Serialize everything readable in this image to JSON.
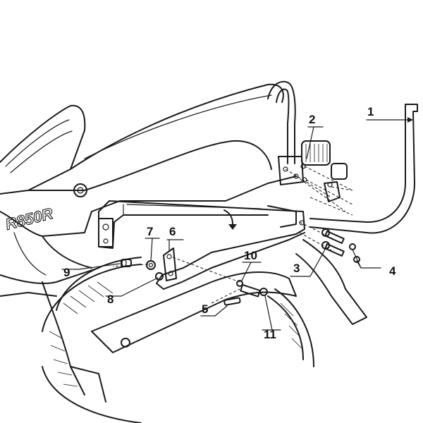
{
  "diagram": {
    "brand_mark": "R850R",
    "callouts": [
      {
        "id": "part-1",
        "label": "1"
      },
      {
        "id": "part-2",
        "label": "2"
      },
      {
        "id": "part-3",
        "label": "3"
      },
      {
        "id": "part-4",
        "label": "4"
      },
      {
        "id": "part-5",
        "label": "5"
      },
      {
        "id": "part-6",
        "label": "6"
      },
      {
        "id": "part-7",
        "label": "7"
      },
      {
        "id": "part-8",
        "label": "8"
      },
      {
        "id": "part-9",
        "label": "9"
      },
      {
        "id": "part-10",
        "label": "10"
      },
      {
        "id": "part-11",
        "label": "11"
      }
    ]
  }
}
